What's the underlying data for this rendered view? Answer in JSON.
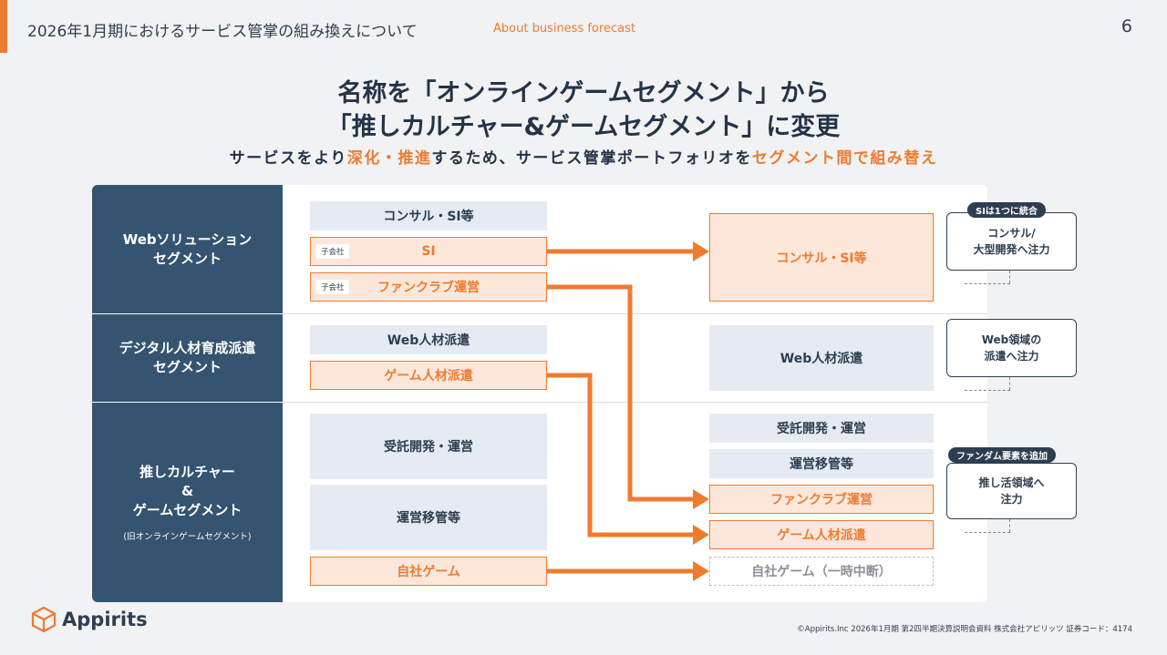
{
  "header": {
    "title": "2026年1月期におけるサービス管掌の組み換えについて",
    "subtitle": "About business forecast",
    "page_number": "6"
  },
  "headline": {
    "line1": "名称を「オンラインゲームセグメント」から",
    "line2": "「推しカルチャー&ゲームセグメント」に変更"
  },
  "lead": {
    "part1": "サービスをより",
    "hl1": "深化・推進",
    "part2": "するため、サービス管掌ポートフォリオを",
    "hl2": "セグメント間で組み替え"
  },
  "segments": [
    {
      "name_line1": "Webソリューション",
      "name_line2": "セグメント"
    },
    {
      "name_line1": "デジタル人材育成派遣",
      "name_line2": "セグメント"
    },
    {
      "name_line1": "推しカルチャー",
      "name_amp": "&",
      "name_line2": "ゲームセグメント",
      "note": "(旧オンラインゲームセグメント)"
    }
  ],
  "before": {
    "consul": "コンサル・SI等",
    "si": "SI",
    "fanclub": "ファンクラブ運営",
    "subsidiary_tag": "子会社",
    "web_haken": "Web人材派遣",
    "game_haken": "ゲーム人材派遣",
    "jutaku": "受託開発・運営",
    "ikan": "運営移管等",
    "jisha": "自社ゲーム"
  },
  "after": {
    "consul": "コンサル・SI等",
    "web_haken": "Web人材派遣",
    "jutaku": "受託開発・運営",
    "ikan": "運営移管等",
    "fanclub": "ファンクラブ運営",
    "game_haken": "ゲーム人材派遣",
    "jisha_paused": "自社ゲーム（一時中断）"
  },
  "callouts": [
    {
      "pill": "SIは1つに統合",
      "line1": "コンサル/",
      "line2": "大型開発へ注力"
    },
    {
      "line1": "Web領域の",
      "line2": "派遣へ注力"
    },
    {
      "pill": "ファンダム要素を追加",
      "line1": "推し活領域へ",
      "line2": "注力"
    }
  ],
  "logo": {
    "name": "Appirits"
  },
  "footer": {
    "text": "©Appirits.Inc 2026年1月期 第2四半期決算説明会資料 株式会社アピリッツ 証券コード：4174"
  },
  "colors": {
    "accent": "#ee7b30",
    "navy": "#34546f",
    "dark_text": "#2d3e50",
    "light_box": "#e5eaf3",
    "orange_fill": "#fde7da"
  }
}
